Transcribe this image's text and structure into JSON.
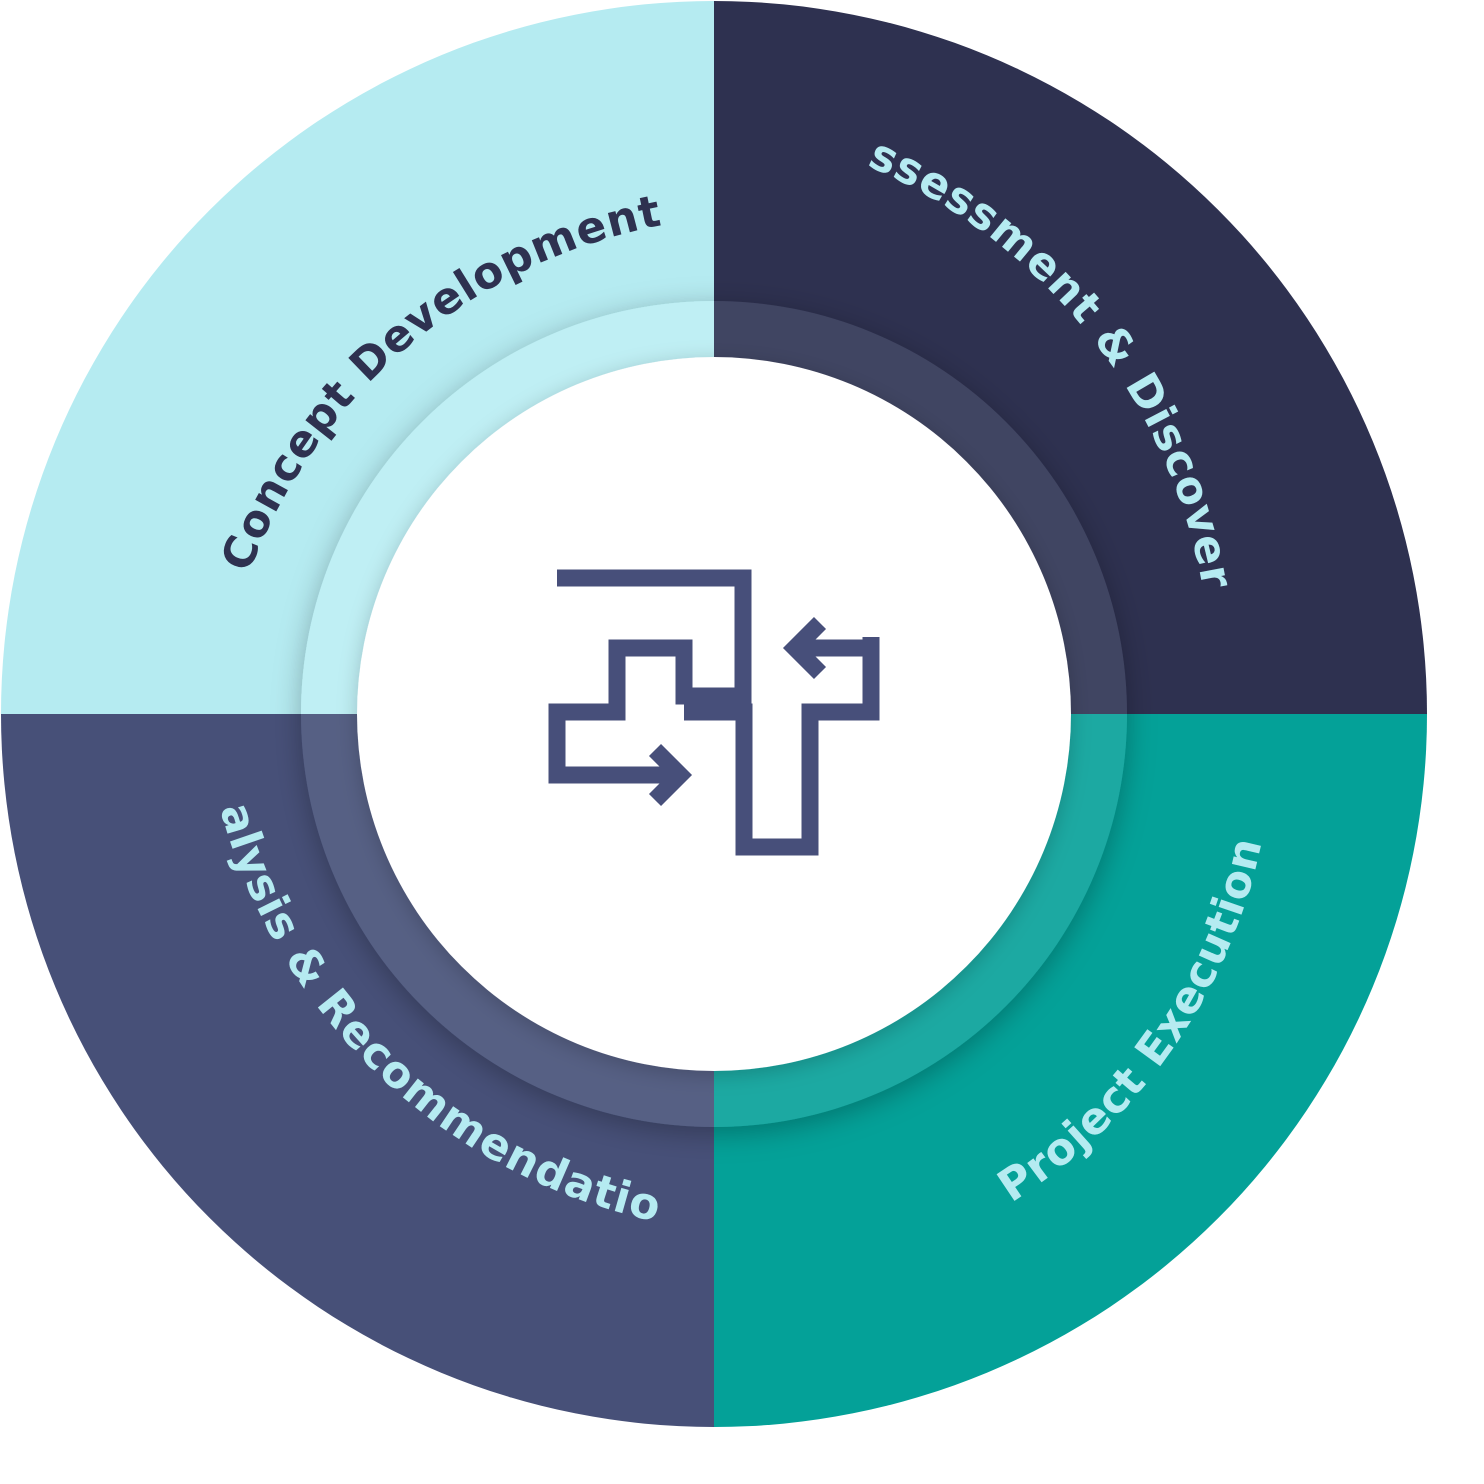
{
  "diagram": {
    "segments": [
      {
        "label": "Assessment & Discovery",
        "color": "#2e3150",
        "ring_color": "#414562",
        "text_color": "#b5ebf1"
      },
      {
        "label": "Project Execution",
        "color": "#04a198",
        "ring_color": "#1ea9a2",
        "text_color": "#b5ebf1"
      },
      {
        "label": "Analysis & Recommendations",
        "color": "#475078",
        "ring_color": "#566084",
        "text_color": "#b5ebf1"
      },
      {
        "label": "Concept Development",
        "color": "#b5ebf1",
        "ring_color": "#bfeff4",
        "text_color": "#2e3150"
      }
    ],
    "center_icon": "process-flow-icon",
    "center_icon_color": "#474f7a",
    "center_color": "#ffffff"
  }
}
